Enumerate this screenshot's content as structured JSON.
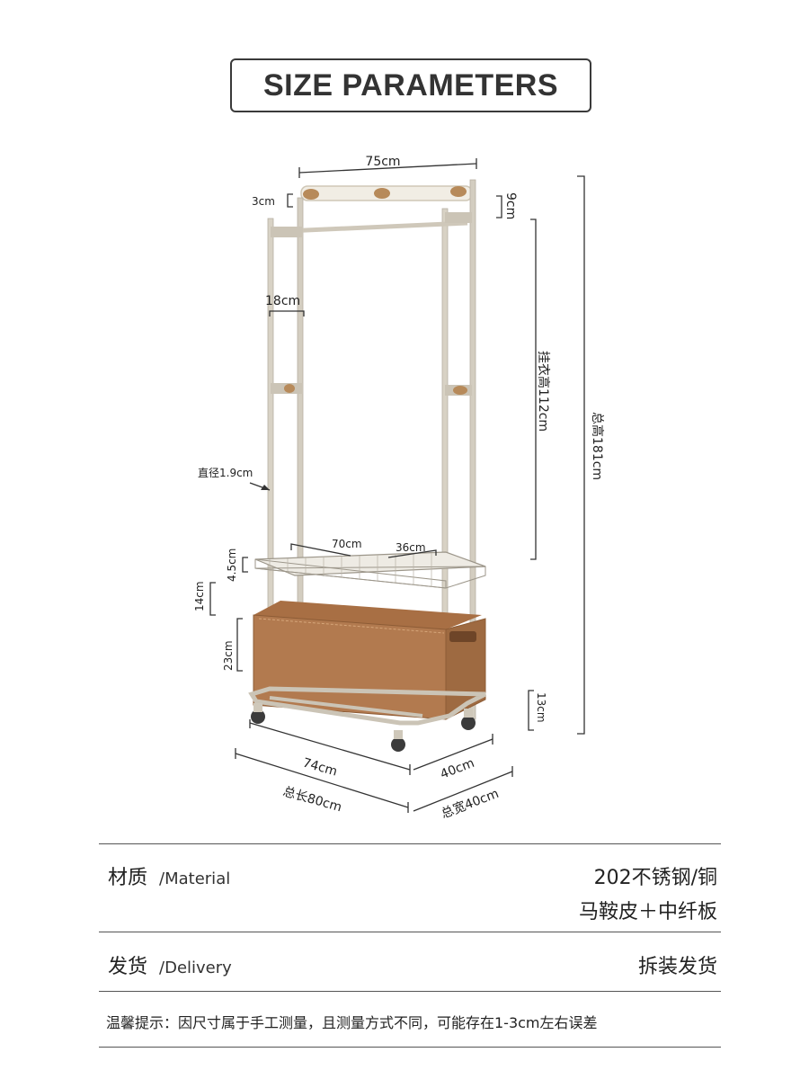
{
  "header": {
    "title": "SIZE PARAMETERS"
  },
  "dimensions": {
    "top_width": "75cm",
    "hook_width": "3cm",
    "hook_height": "9cm",
    "hook_spacing": "18cm",
    "tube_diameter": "直径1.9cm",
    "hanging_height": "挂衣高112cm",
    "total_height": "总高181cm",
    "basket_length": "70cm",
    "basket_width": "36cm",
    "basket_depth": "4.5cm",
    "basket_gap": "14cm",
    "box_height": "23cm",
    "bottom_clearance": "13cm",
    "base_length": "74cm",
    "base_width": "40cm",
    "total_length": "总长80cm",
    "total_width": "总宽40cm"
  },
  "specs": {
    "material": {
      "label": "材质",
      "label_en": "Material",
      "value_line1": "202不锈钢/铜",
      "value_line2": "马鞍皮＋中纤板"
    },
    "delivery": {
      "label": "发货",
      "label_en": "Delivery",
      "value": "拆装发货"
    }
  },
  "note": "温馨提示：因尺寸属于手工测量，且测量方式不同，可能存在1-3cm左右误差",
  "colors": {
    "frame": "#c9c3b6",
    "leather": "#b27a4f",
    "copper": "#b78a5a",
    "line": "#333333"
  }
}
